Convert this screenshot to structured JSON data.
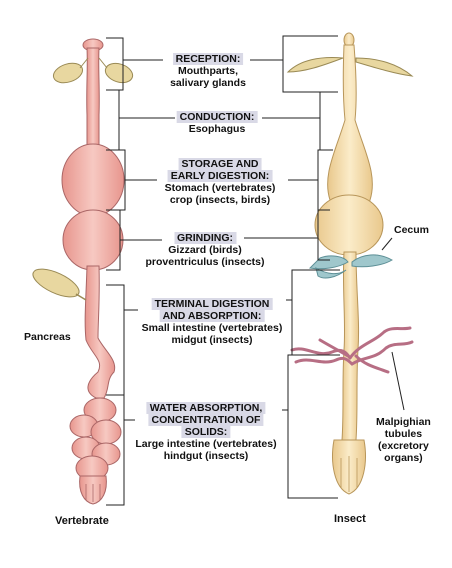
{
  "stages": [
    {
      "header": "RECEPTION:",
      "body": [
        "Mouthparts,",
        "salivary glands"
      ]
    },
    {
      "header": "CONDUCTION:",
      "body": [
        "Esophagus"
      ]
    },
    {
      "header": [
        "STORAGE AND",
        "EARLY DIGESTION:"
      ],
      "body": [
        "Stomach (vertebrates)",
        "crop (insects, birds)"
      ]
    },
    {
      "header": "GRINDING:",
      "body": [
        "Gizzard (birds)",
        "proventriculus (insects)"
      ]
    },
    {
      "header": [
        "TERMINAL DIGESTION",
        "AND ABSORPTION:"
      ],
      "body": [
        "Small intestine (vertebrates)",
        "midgut (insects)"
      ]
    },
    {
      "header": [
        "WATER ABSORPTION,",
        "CONCENTRATION OF",
        "SOLIDS:"
      ],
      "body": [
        "Large intestine (vertebrates)",
        "hindgut (insects)"
      ]
    }
  ],
  "labels": {
    "pancreas": "Pancreas",
    "cecum": "Cecum",
    "malpighian": [
      "Malpighian",
      "tubules",
      "(excretory",
      "organs)"
    ],
    "vertebrate": "Vertebrate",
    "insect": "Insect"
  },
  "colors": {
    "vertebrate_gut": "#f2b8b0",
    "insect_gut": "#f6dfb3",
    "gland": "#e8d7a0",
    "cecum": "#9fc7cc",
    "tubules": "#b76e84",
    "header_bg": "#d9d9e6"
  }
}
